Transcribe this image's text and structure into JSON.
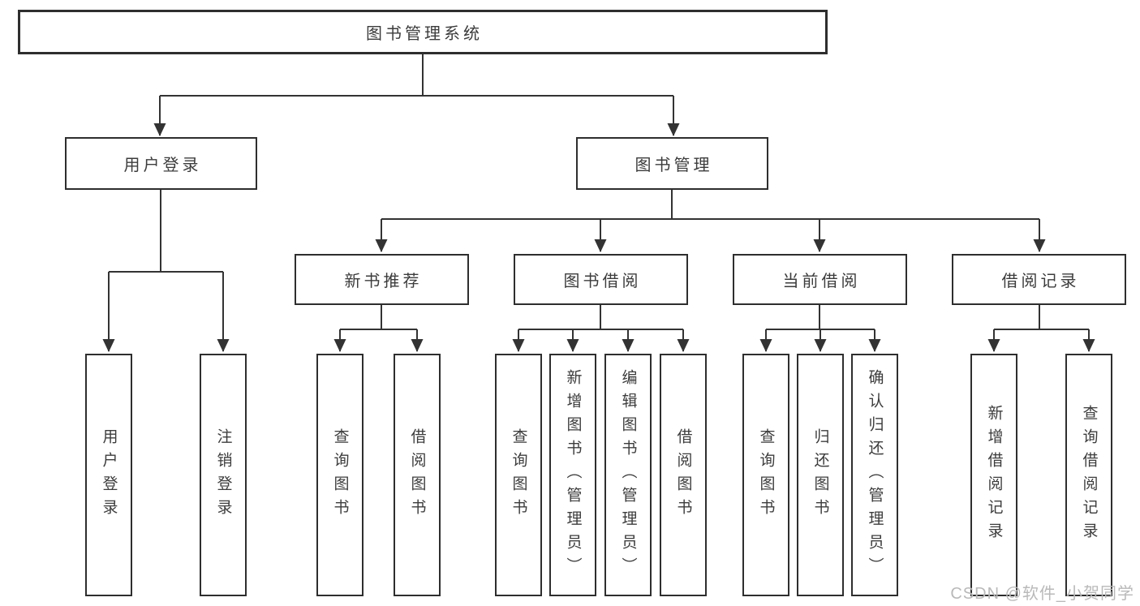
{
  "diagram": {
    "title_node": "图书管理系统",
    "level2": {
      "user_login": "用户登录",
      "book_management": "图书管理"
    },
    "level3": {
      "new_book_recommend": "新书推荐",
      "book_borrow": "图书借阅",
      "current_borrow": "当前借阅",
      "borrow_record": "借阅记录"
    },
    "leaves": {
      "user_login": "用户登录",
      "logout": "注销登录",
      "rec_query_books": "查询图书",
      "rec_borrow_books": "借阅图书",
      "bb_query_books": "查询图书",
      "bb_add_books": "新增图书（管理员）",
      "bb_edit_books": "编辑图书（管理员）",
      "bb_borrow_books": "借阅图书",
      "cb_query_books": "查询图书",
      "cb_return_books": "归还图书",
      "cb_confirm_return": "确认归还（管理员）",
      "br_add_record": "新增借阅记录",
      "br_query_record": "查询借阅记录"
    },
    "watermark": "CSDN @软件_小贺同学",
    "colors": {
      "line": "#333333",
      "border": "#2e2e2e",
      "text": "#3c3c3c",
      "watermark": "#b9b9b9",
      "background": "#ffffff"
    }
  }
}
